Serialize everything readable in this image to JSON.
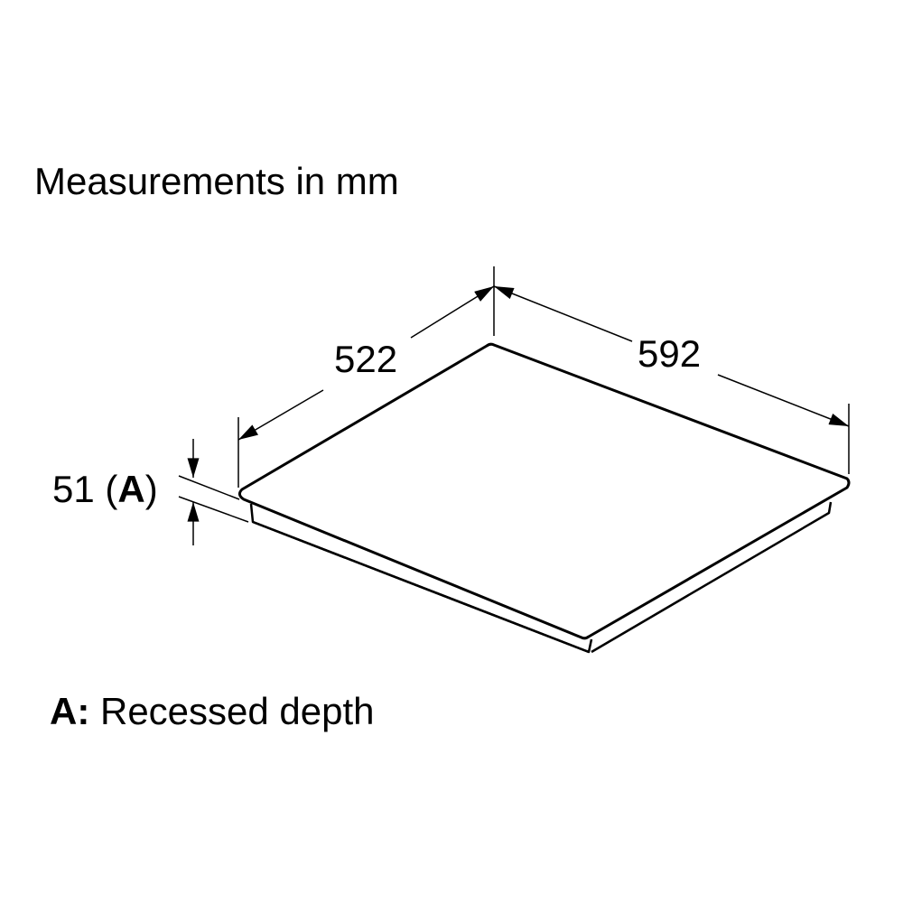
{
  "title": "Measurements in mm",
  "dimensions": {
    "depth": "522",
    "width": "592",
    "recess_value": "51 (",
    "recess_key": "A",
    "recess_close": ")"
  },
  "legend": {
    "key": "A:",
    "description": " Recessed depth"
  },
  "colors": {
    "line": "#000000",
    "background": "#ffffff"
  }
}
